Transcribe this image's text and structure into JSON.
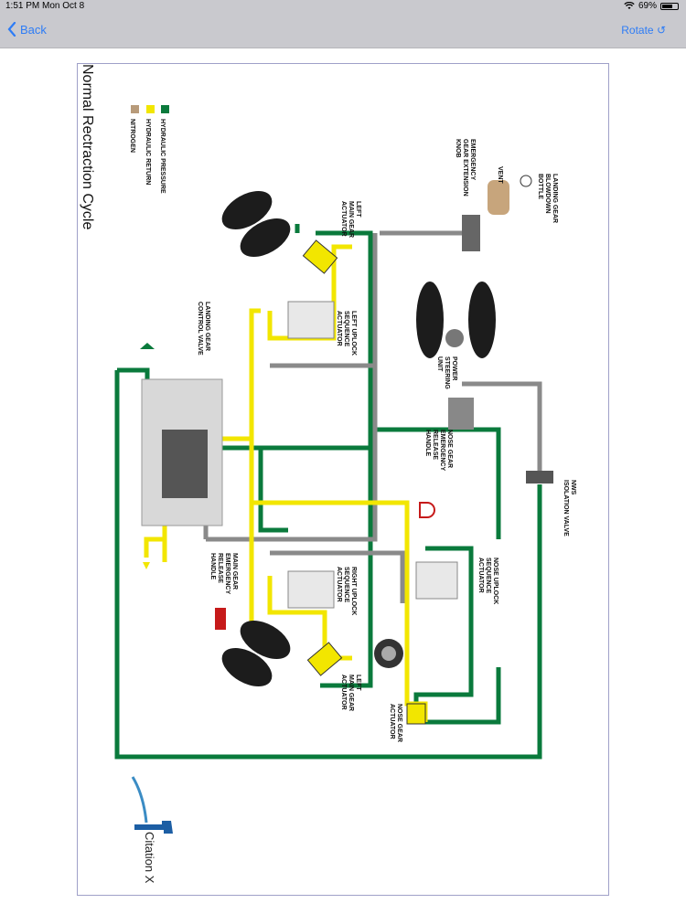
{
  "status_bar": {
    "time": "1:51 PM",
    "date": "Mon Oct 8",
    "battery": "69%",
    "battery_level": 0.69
  },
  "nav": {
    "back_label": "Back",
    "rotate_label": "Rotate ↺"
  },
  "diagram": {
    "title": "Normal Rectraction Cycle",
    "brand": "Citation X",
    "legend": [
      {
        "label": "NITROGEN",
        "color": "#b89b7a"
      },
      {
        "label": "HYDRAULIC RETURN",
        "color": "#f2e600"
      },
      {
        "label": "HYDRAULIC PRESSURE",
        "color": "#0a7a3c"
      }
    ],
    "labels": {
      "landing_gear_blowdown_bottle": [
        "LANDING GEAR",
        "BLOWDOWN",
        "BOTTLE"
      ],
      "vent": [
        "VENT"
      ],
      "emergency_gear_extension_knob": [
        "EMERGENCY",
        "GEAR EXTENSION",
        "KNOB"
      ],
      "left_main_gear_actuator_top": [
        "LEFT",
        "MAIN GEAR",
        "ACTUATOR"
      ],
      "left_uplock_sequence_actuator": [
        "LEFT UPLOCK",
        "SEQUENCE",
        "ACTUATOR"
      ],
      "power_steering_unit": [
        "POWER",
        "STEERING",
        "UNIT"
      ],
      "landing_gear_control_valve": [
        "LANDING GEAR",
        "CONTROL VALVE"
      ],
      "nose_gear_emergency_release_handle": [
        "NOSE GEAR",
        "EMERGENCY",
        "RELEASE",
        "HANDLE"
      ],
      "nws_isolation_valve": [
        "NWS",
        "ISOLATION VALVE"
      ],
      "main_gear_emergency_release_handle": [
        "MAIN GEAR",
        "EMERGENCY",
        "RELEASE",
        "HANDLE"
      ],
      "right_uplock_sequence_actuator": [
        "RIGHT UPLOCK",
        "SEQUENCE",
        "ACTUATOR"
      ],
      "nose_uplock_sequence_actuator": [
        "NOSE UPLOCK",
        "SEQUENCE",
        "ACTUATOR"
      ],
      "left_main_gear_actuator_bottom": [
        "LEFT",
        "MAIN GEAR",
        "ACTUATOR"
      ],
      "nose_gear_actuator": [
        "NOSE GEAR",
        "ACTUATOR"
      ]
    }
  }
}
